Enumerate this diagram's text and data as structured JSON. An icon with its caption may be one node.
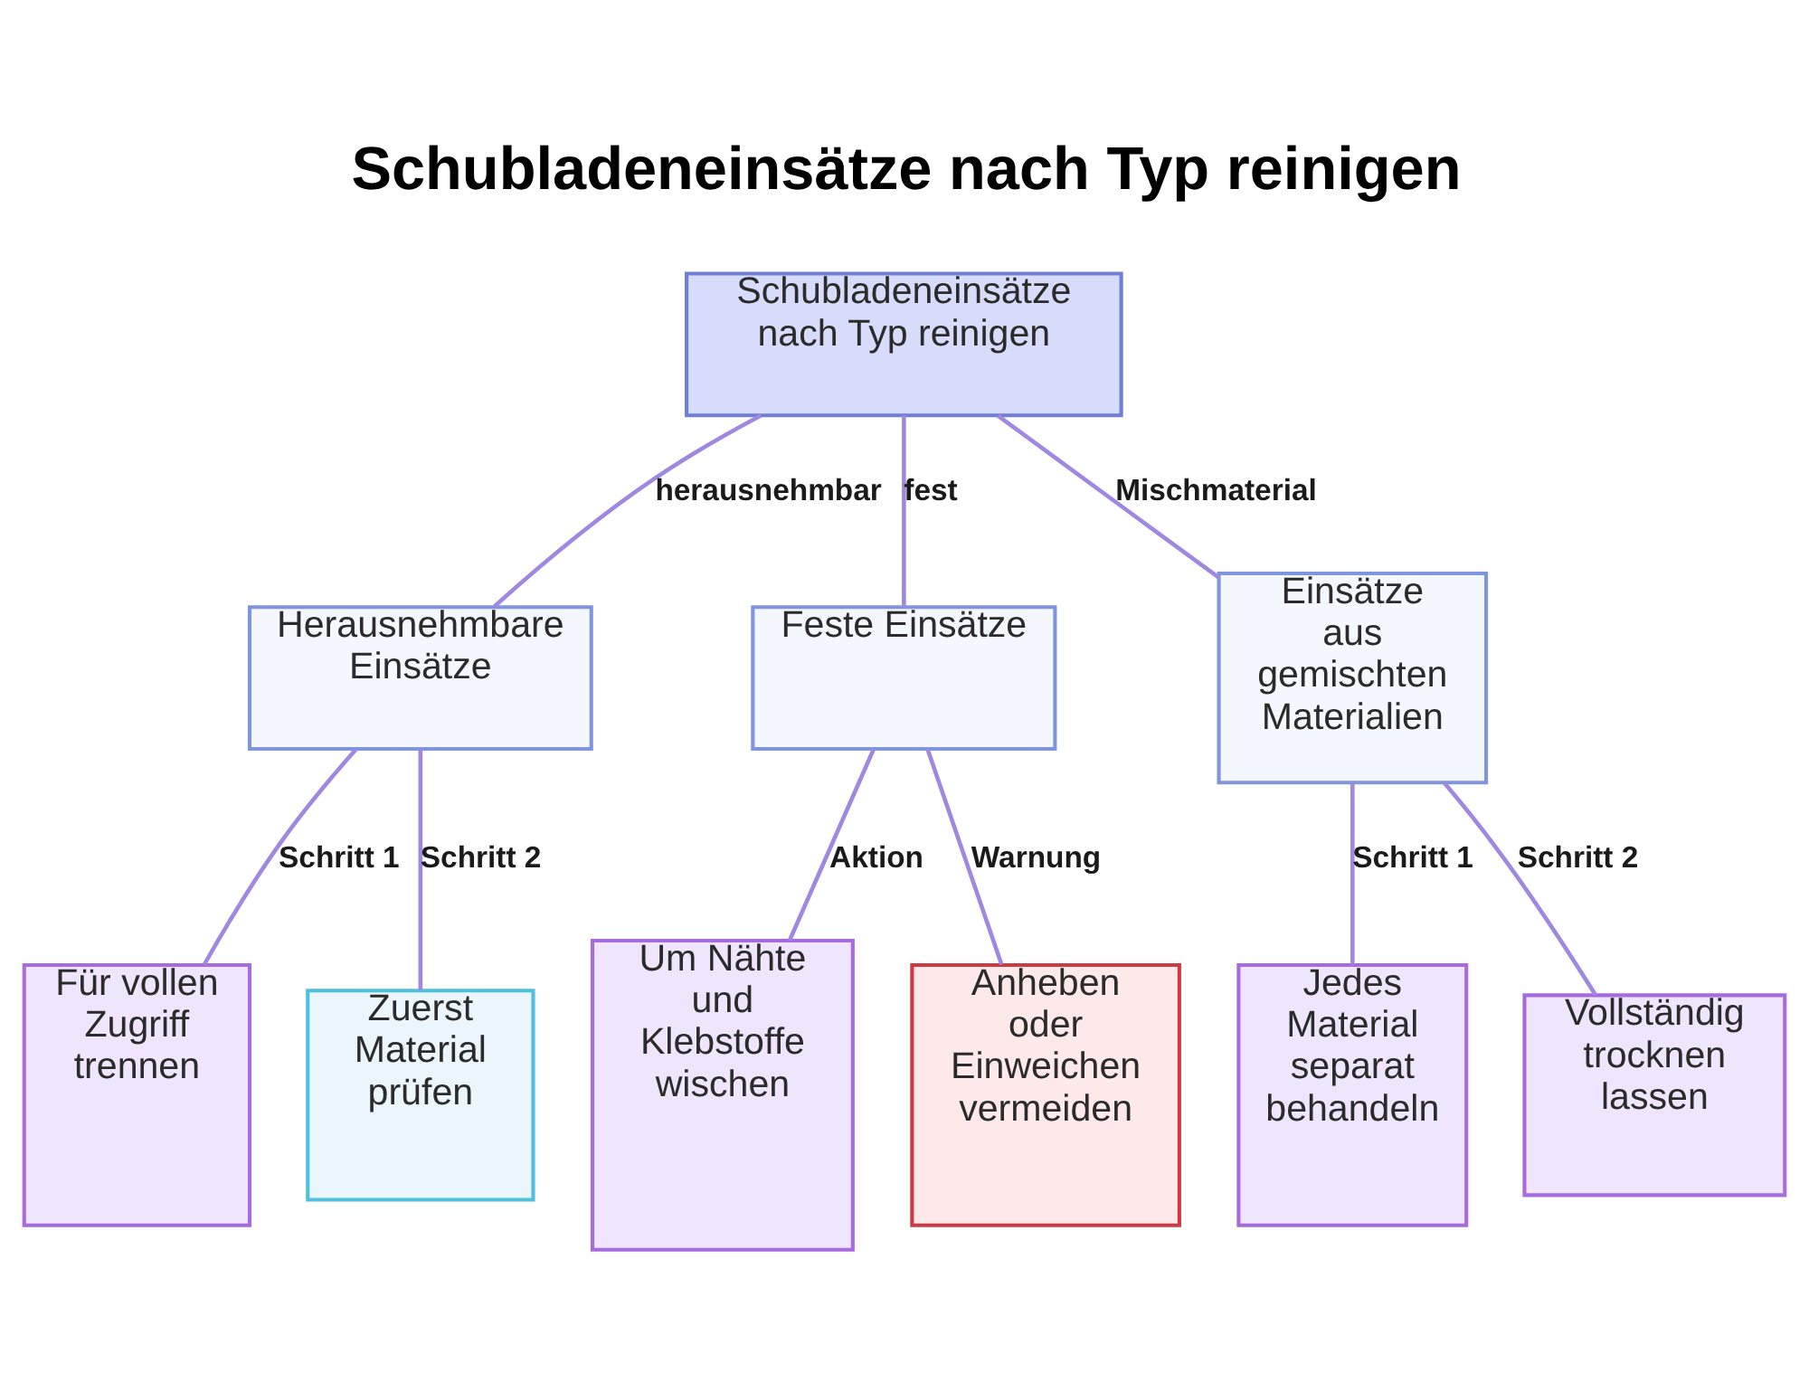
{
  "diagram": {
    "title": "Schubladeneinsätze nach Typ reinigen",
    "nodes": [
      {
        "text": [
          "Schubladeneinsätze nach Typ reinigen"
        ]
      },
      {
        "text": [
          "Herausnehmbare Einsätze"
        ]
      },
      {
        "text": [
          "Feste Einsätze"
        ]
      },
      {
        "text": [
          "Einsätze aus gemischten Materialien"
        ]
      },
      {
        "text": [
          "Für vollen Zugriff trennen"
        ]
      },
      {
        "text": [
          "Zuerst Material prüfen"
        ]
      },
      {
        "text": [
          "Um Nähte und Klebstoffe wischen"
        ]
      },
      {
        "text": [
          "Anheben oder Einweichen vermeiden"
        ]
      },
      {
        "text": [
          "Jedes Material separat behandeln"
        ]
      },
      {
        "text": [
          "Vollständig trocknen lassen"
        ]
      }
    ],
    "edges": [
      {
        "from": 0,
        "to": 1,
        "arrow": "none",
        "label": "herausnehmbar"
      },
      {
        "from": 0,
        "to": 2,
        "arrow": "none",
        "label": "fest"
      },
      {
        "from": 0,
        "to": 3,
        "arrow": "none",
        "label": "Mischmaterial"
      },
      {
        "from": 1,
        "to": 4,
        "arrow": "none",
        "label": "Schritt 1"
      },
      {
        "from": 1,
        "to": 5,
        "arrow": "none",
        "label": "Schritt 2"
      },
      {
        "from": 2,
        "to": 6,
        "arrow": "none",
        "label": "Aktion"
      },
      {
        "from": 2,
        "to": 7,
        "arrow": "none",
        "label": "Warnung"
      },
      {
        "from": 3,
        "to": 8,
        "arrow": "none",
        "label": "Schritt 1"
      },
      {
        "from": 3,
        "to": 9,
        "arrow": "none",
        "label": "Schritt 2"
      }
    ]
  }
}
